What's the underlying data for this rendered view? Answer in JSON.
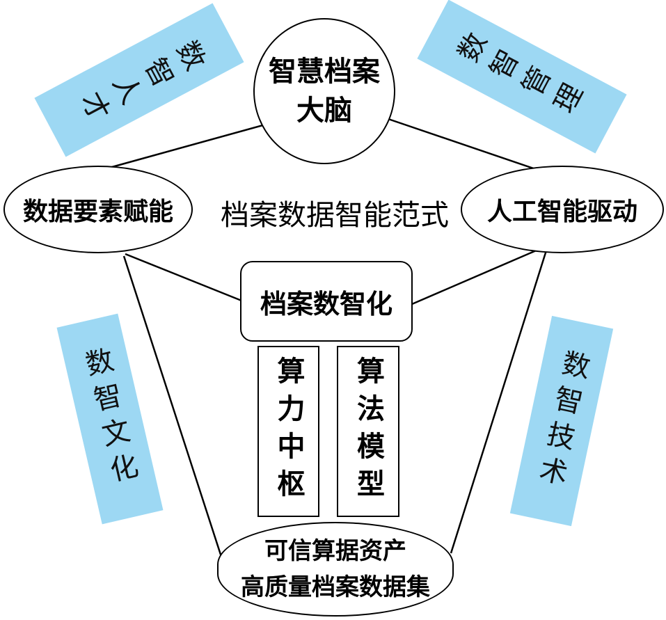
{
  "title": "档案数据智能范式",
  "top_node": {
    "line1": "智慧档案",
    "line2": "大脑"
  },
  "left_node": "数据要素赋能",
  "right_node": "人工智能驱动",
  "center_node": "档案数智化",
  "pillars": [
    "算力中枢",
    "算法模型"
  ],
  "bottom_node": {
    "line1": "可信算据资产",
    "line2": "高质量档案数据集"
  },
  "tags": {
    "top_left": "数智人才",
    "top_right": "数智管理",
    "bottom_left": "数智文化",
    "bottom_right": "数智技术"
  },
  "colors": {
    "tag_fill": "#9dd8f3",
    "stroke": "#000000"
  }
}
